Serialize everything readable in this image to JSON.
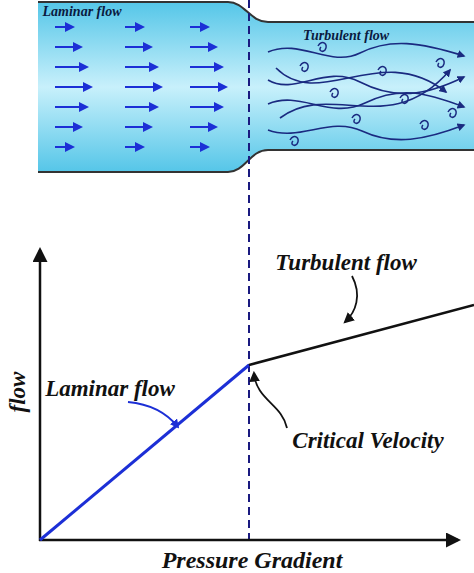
{
  "diagram": {
    "labels": [
      "Laminar flow",
      "Turbulent flow",
      "Turbulent flow",
      "Laminar flow",
      "Critical Velocity",
      "flow",
      "Pressure Gradient"
    ]
  }
}
